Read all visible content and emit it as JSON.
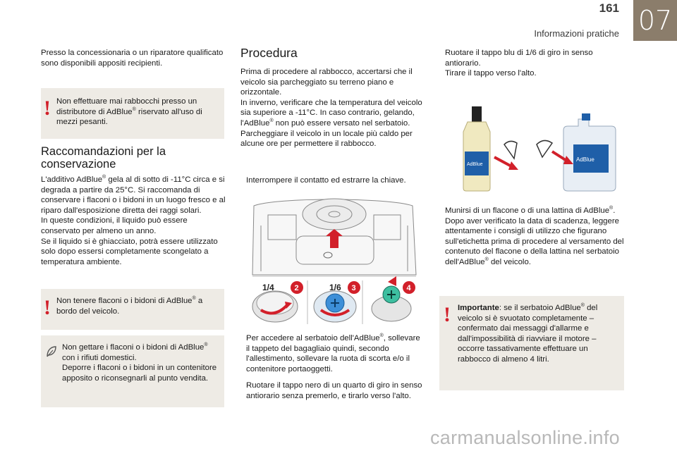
{
  "header": {
    "page_number": "161",
    "section_title": "Informazioni pratiche",
    "chapter": "07"
  },
  "col1": {
    "intro": "Presso la concessionaria o un riparatore qualificato sono disponibili appositi recipienti.",
    "warn1": {
      "text_a": "Non effettuare mai rabbocchi presso un distributore di AdBlue",
      "sup": "®",
      "text_b": " riservato all'uso di mezzi pesanti."
    },
    "heading": "Raccomandazioni per la conservazione",
    "p1_a": "L'additivo AdBlue",
    "p1_sup": "®",
    "p1_b": " gela al di sotto di -11°C circa e si degrada a partire da 25°C. Si raccomanda di conservare i flaconi o i bidoni in un luogo fresco e al riparo dall'esposizione diretta dei raggi solari.",
    "p2": "In queste condizioni, il liquido può essere conservato per almeno un anno.",
    "p3": "Se il liquido si è ghiacciato, potrà essere utilizzato solo dopo essersi completamente scongelato a temperatura ambiente.",
    "warn2": {
      "text_a": "Non tenere flaconi o i bidoni di AdBlue",
      "sup": "®",
      "text_b": " a bordo del veicolo."
    },
    "eco": {
      "text_a": "Non gettare i flaconi o i bidoni di AdBlue",
      "sup": "®",
      "text_b": " con i rifiuti domestici.",
      "text_c": "Deporre i flaconi o i bidoni in un contenitore apposito o riconsegnarli al punto vendita."
    }
  },
  "col2": {
    "heading": "Procedura",
    "p1": "Prima di procedere al rabbocco, accertarsi che il veicolo sia parcheggiato su terreno piano e orizzontale.",
    "p2_a": "In inverno, verificare che la temperatura del veicolo sia superiore a -11°C. In caso contrario, gelando, l'AdBlue",
    "p2_sup": "®",
    "p2_b": " non può essere versato nel serbatoio.",
    "p3": "Parcheggiare il veicolo in un locale più caldo per alcune ore per permettere il rabbocco.",
    "bullet1": "Interrompere il contatto ed estrarre la chiave.",
    "bullet2_a": "Per accedere al serbatoio dell'AdBlue",
    "bullet2_sup": "®",
    "bullet2_b": ", sollevare il tappeto del bagagliaio quindi, secondo l'allestimento, sollevare la ruota di scorta e/o il contenitore portaoggetti.",
    "bullet3": "Ruotare il tappo nero di un quarto di giro in senso antiorario senza premerlo, e tirarlo verso l'alto.",
    "figure": {
      "label_quarter": "1/4",
      "label_sixth": "1/6",
      "step2": "2",
      "step3": "3",
      "step4": "4"
    }
  },
  "col3": {
    "bullet1": "Ruotare il tappo blu di 1/6 di giro in senso antiorario.",
    "bullet2": "Tirare il tappo verso l'alto.",
    "figure": {
      "bottle_label": "AdBlue",
      "can_label": "AdBlue"
    },
    "bullet3_a": "Munirsi di un flacone o di una lattina di AdBlue",
    "bullet3_sup": "®",
    "bullet3_b": ". Dopo aver verificato la data di scadenza, leggere attentamente i consigli di utilizzo che figurano sull'etichetta prima di procedere al versamento del contenuto del flacone o della lattina nel serbatoio dell'AdBlue",
    "bullet3_sup2": "®",
    "bullet3_c": " del veicolo.",
    "note_bold": "Importante",
    "note_a": ": se il serbatoio AdBlue",
    "note_sup": "®",
    "note_b": " del veicolo si è svuotato completamente – confermato dai messaggi d'allarme e dall'impossibilità di riavviare il motore – occorre tassativamente effettuare un rabbocco di almeno 4 litri."
  },
  "bullet_glyph": "",
  "warning_glyph": "!",
  "watermark": "carmanualsonline.info"
}
